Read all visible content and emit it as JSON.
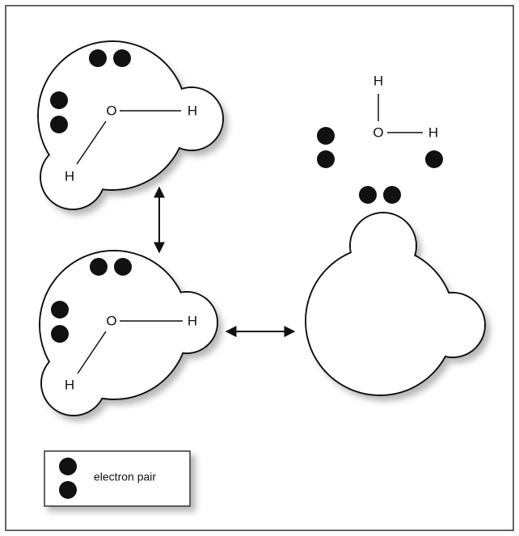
{
  "atoms": {
    "oxygen": "O",
    "hydrogen": "H"
  },
  "legend": {
    "label": "electron pair"
  },
  "colors": {
    "border": "#333333",
    "blob_fill": "#ffffff",
    "shadow": "#b8b8b8",
    "electron": "#111111",
    "arrow": "#111111",
    "bond": "#111111"
  }
}
